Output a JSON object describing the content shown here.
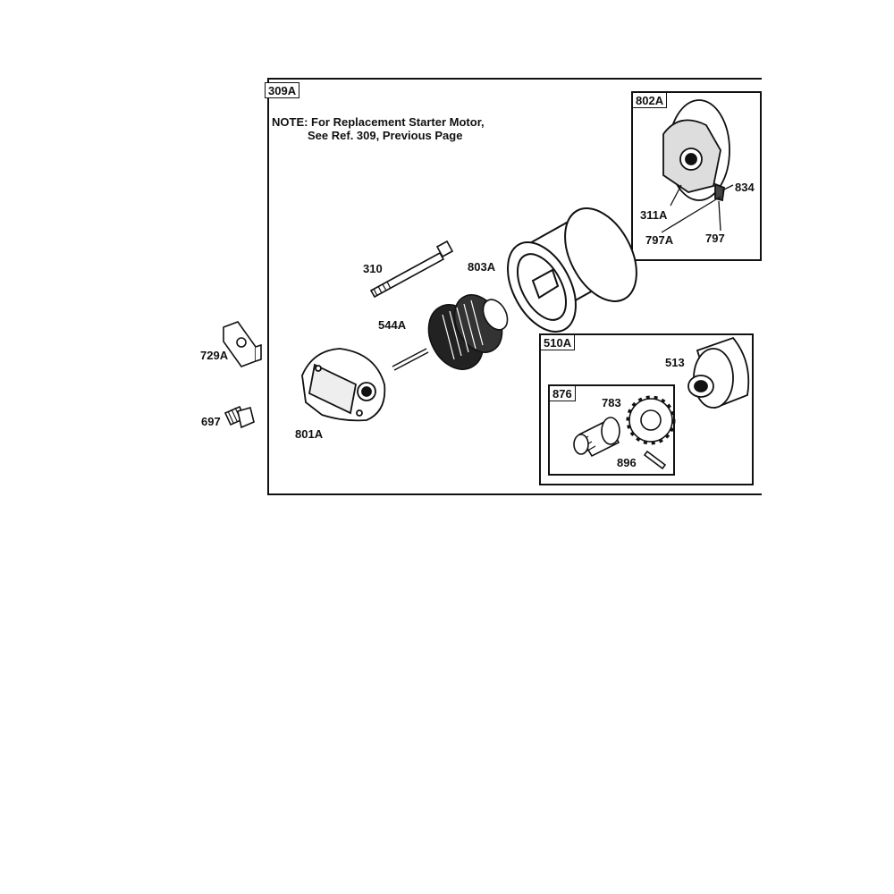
{
  "main_box": {
    "tag": "309A",
    "note_line1": "NOTE: For Replacement Starter Motor,",
    "note_line2": "See Ref. 309, Previous Page"
  },
  "inset_boxes": {
    "box_802A": {
      "tag": "802A"
    },
    "box_510A": {
      "tag": "510A"
    },
    "box_876": {
      "tag": "876"
    }
  },
  "part_labels": {
    "p310": "310",
    "p803A": "803A",
    "p544A": "544A",
    "p729A": "729A",
    "p697": "697",
    "p801A": "801A",
    "p834": "834",
    "p311A": "311A",
    "p797A": "797A",
    "p797": "797",
    "p513": "513",
    "p783": "783",
    "p896": "896"
  }
}
